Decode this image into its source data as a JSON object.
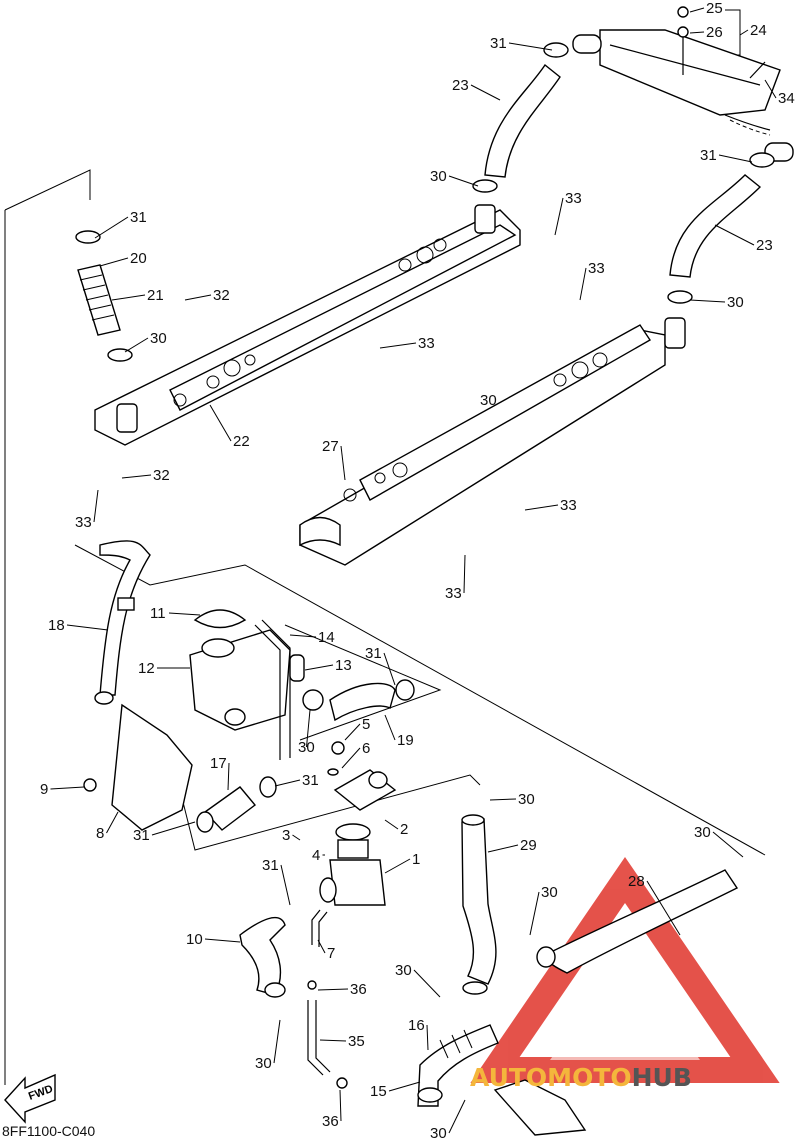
{
  "diagram_code": "8FF1100-C040",
  "fwd_label": "FWD",
  "watermark": {
    "brand_part1": "AUTOMOTO",
    "brand_part2": "HUB",
    "color_part1": "#f4b63c",
    "color_part2": "#555555",
    "triangle_color": "#e0352b"
  },
  "callouts": [
    {
      "text": "1"
    },
    {
      "text": "2"
    },
    {
      "text": "3"
    },
    {
      "text": "4"
    },
    {
      "text": "5"
    },
    {
      "text": "6"
    },
    {
      "text": "7"
    },
    {
      "text": "8"
    },
    {
      "text": "9"
    },
    {
      "text": "10"
    },
    {
      "text": "11"
    },
    {
      "text": "12"
    },
    {
      "text": "13"
    },
    {
      "text": "14"
    },
    {
      "text": "15"
    },
    {
      "text": "16"
    },
    {
      "text": "17"
    },
    {
      "text": "18"
    },
    {
      "text": "19"
    },
    {
      "text": "20"
    },
    {
      "text": "21"
    },
    {
      "text": "22"
    },
    {
      "text": "23"
    },
    {
      "text": "23"
    },
    {
      "text": "24"
    },
    {
      "text": "25"
    },
    {
      "text": "26"
    },
    {
      "text": "27"
    },
    {
      "text": "28"
    },
    {
      "text": "29"
    },
    {
      "text": "30"
    },
    {
      "text": "30"
    },
    {
      "text": "30"
    },
    {
      "text": "30"
    },
    {
      "text": "30"
    },
    {
      "text": "30"
    },
    {
      "text": "30"
    },
    {
      "text": "30"
    },
    {
      "text": "30"
    },
    {
      "text": "30"
    },
    {
      "text": "30"
    },
    {
      "text": "31"
    },
    {
      "text": "31"
    },
    {
      "text": "31"
    },
    {
      "text": "31"
    },
    {
      "text": "31"
    },
    {
      "text": "31"
    },
    {
      "text": "31"
    },
    {
      "text": "32"
    },
    {
      "text": "32"
    },
    {
      "text": "33"
    },
    {
      "text": "33"
    },
    {
      "text": "33"
    },
    {
      "text": "33"
    },
    {
      "text": "33"
    },
    {
      "text": "33"
    },
    {
      "text": "34"
    },
    {
      "text": "35"
    },
    {
      "text": "36"
    },
    {
      "text": "36"
    }
  ]
}
